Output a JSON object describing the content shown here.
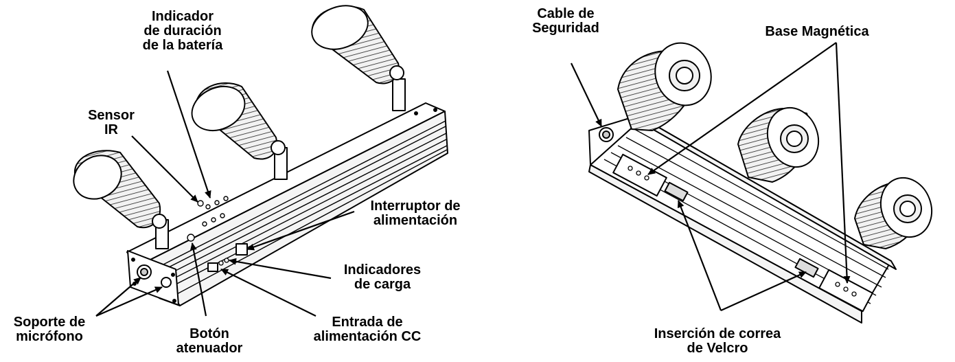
{
  "left_figure": {
    "labels": {
      "indicador_duracion": "Indicador\nde duración\nde la batería",
      "sensor_ir": "Sensor\nIR",
      "interruptor": "Interruptor de\nalimentación",
      "indicadores_carga": "Indicadores\nde carga",
      "entrada_cc": "Entrada de\nalimentación CC",
      "boton_atenuador": "Botón\natenuador",
      "soporte_microfono": "Soporte de\nmicrófono"
    }
  },
  "right_figure": {
    "labels": {
      "cable_seguridad": "Cable de\nSeguridad",
      "base_magnetica": "Base Magnética",
      "insercion_velcro": "Inserción de correa\nde Velcro"
    }
  },
  "colors": {
    "ink": "#000000",
    "background": "#ffffff",
    "fixture_gray": "#d9d9d9",
    "fin_gray": "#bdbdbd"
  }
}
